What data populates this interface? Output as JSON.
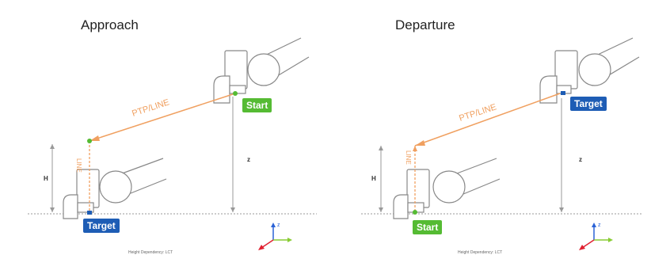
{
  "colors": {
    "path_orange": "#f0a060",
    "point_green": "#55bb33",
    "start_green": "#55bb33",
    "target_blue": "#1e5db5",
    "dim_line": "#999999",
    "axis_blue": "#2a62d6",
    "axis_green": "#88cc33",
    "axis_red": "#e02030"
  },
  "panels": [
    {
      "title": "Approach",
      "path_label": "PTP/LINE",
      "line_label": "LINE",
      "h_label": "H",
      "z_label": "z",
      "top_tag": "Start",
      "top_tag_color": "#55bb33",
      "bottom_tag": "Target",
      "bottom_tag_color": "#1e5db5",
      "axis_label": "z",
      "footer": "Height Dependency: LCT"
    },
    {
      "title": "Departure",
      "path_label": "PTP/LINE",
      "line_label": "LINE",
      "h_label": "H",
      "z_label": "z",
      "top_tag": "Target",
      "top_tag_color": "#1e5db5",
      "bottom_tag": "Start",
      "bottom_tag_color": "#55bb33",
      "axis_label": "z",
      "footer": "Height Dependency: LCT"
    }
  ]
}
